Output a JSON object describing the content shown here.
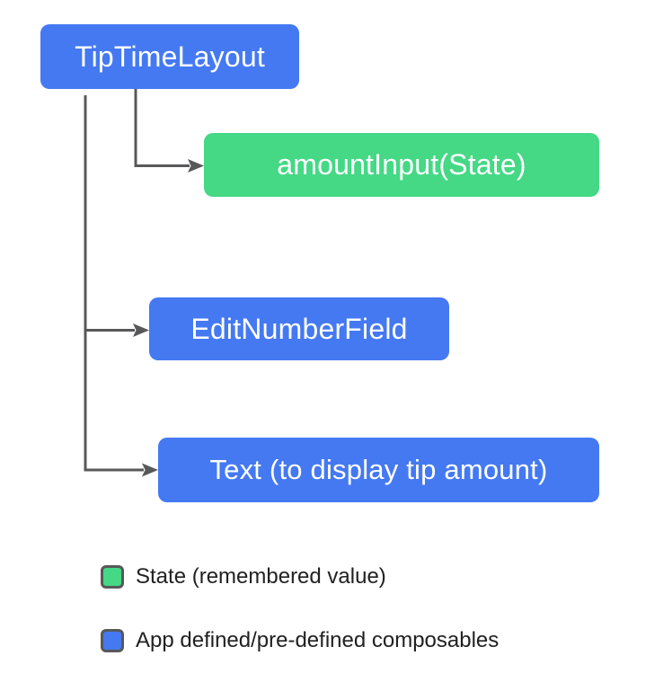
{
  "colors": {
    "blue": "#4479f2",
    "green": "#45d885",
    "line": "#58585a",
    "ink": "#212121",
    "bg": "#ffffff",
    "node_text": "#ffffff"
  },
  "diagram": {
    "root": {
      "label": "TipTimeLayout",
      "type": "composable"
    },
    "children": [
      {
        "label": "amountInput(State)",
        "type": "state"
      },
      {
        "label": "EditNumberField",
        "type": "composable"
      },
      {
        "label": "Text (to display tip amount)",
        "type": "composable"
      }
    ],
    "edges": [
      {
        "from": "TipTimeLayout",
        "to": "amountInput(State)"
      },
      {
        "from": "TipTimeLayout",
        "to": "EditNumberField"
      },
      {
        "from": "TipTimeLayout",
        "to": "Text (to display tip amount)"
      }
    ]
  },
  "legend": {
    "items": [
      {
        "label": "State (remembered value)",
        "type": "state",
        "swatch_color": "#45d885"
      },
      {
        "label": "App defined/pre-defined composables",
        "type": "composable",
        "swatch_color": "#4479f2"
      }
    ]
  }
}
